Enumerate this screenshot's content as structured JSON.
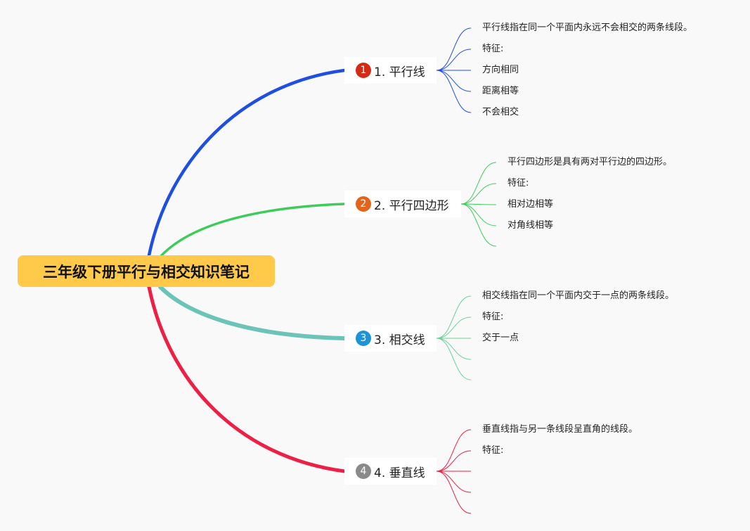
{
  "root": {
    "title": "三年级下册平行与相交知识笔记"
  },
  "branches": [
    {
      "number": "1",
      "label": "1. 平行线",
      "color": "#1f4fe0",
      "badge_color": "#d42b14",
      "leaves": [
        "平行线指在同一个平面内永远不会相交的两条线段。",
        "特征:",
        "方向相同",
        "距离相等",
        "不会相交"
      ]
    },
    {
      "number": "2",
      "label": "2. 平行四边形",
      "color": "#3ecb5a",
      "badge_color": "#e5641b",
      "leaves": [
        "平行四边形是具有两对平行边的四边形。",
        "特征:",
        "相对边相等",
        "对角线相等",
        ""
      ]
    },
    {
      "number": "3",
      "label": "3. 相交线",
      "color": "#6cc4b8",
      "badge_color": "#1e93d8",
      "leaves": [
        "相交线指在同一个平面内交于一点的两条线段。",
        "特征:",
        "交于一点",
        "",
        ""
      ]
    },
    {
      "number": "4",
      "label": "4. 垂直线",
      "color": "#ee1f44",
      "badge_color": "#8a8a8a",
      "leaves": [
        "垂直线指与另一条线段呈直角的线段。",
        "特征:",
        "",
        "",
        ""
      ]
    }
  ]
}
